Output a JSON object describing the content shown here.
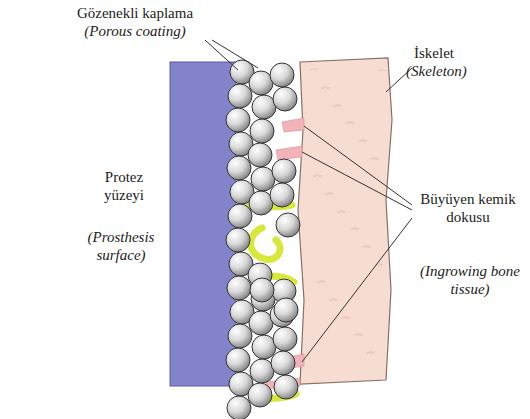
{
  "diagram": {
    "labels": [
      "Gözenekli kaplama",
      "(Porous coating)",
      "İskelet",
      "(Skeleton)",
      "Protez yüzeyi",
      "(Prosthesis surface)",
      "Büyüyen kemik dokusu",
      "(Ingrowing bone tissue)"
    ]
  }
}
